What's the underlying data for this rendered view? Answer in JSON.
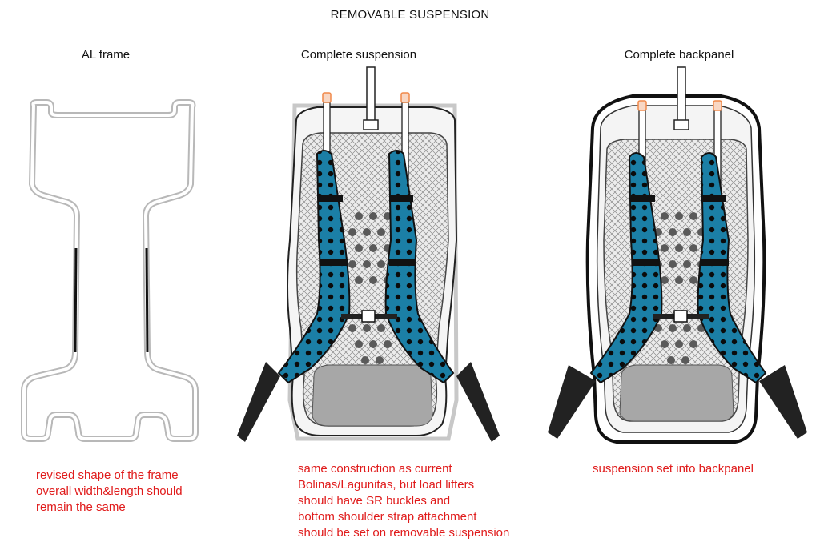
{
  "title": "REMOVABLE SUSPENSION",
  "columns": [
    {
      "label": "AL frame",
      "note": [
        "revised shape of the frame",
        "overall width&length should",
        "remain the same"
      ]
    },
    {
      "label": "Complete suspension",
      "note": [
        "same construction as current",
        "Bolinas/Lagunitas, but load lifters",
        "should have SR buckles and",
        "bottom shoulder strap attachment",
        "should be set on removable suspension"
      ]
    },
    {
      "label": "Complete backpanel",
      "note": [
        "suspension set into backpanel"
      ]
    }
  ],
  "colors": {
    "note": "#e01b1b",
    "strap_blue": "#1b7fa6",
    "mesh_gray": "#9a9a9a",
    "frame_gray": "#b5b5b5",
    "buckle_orange": "#f0894a"
  }
}
